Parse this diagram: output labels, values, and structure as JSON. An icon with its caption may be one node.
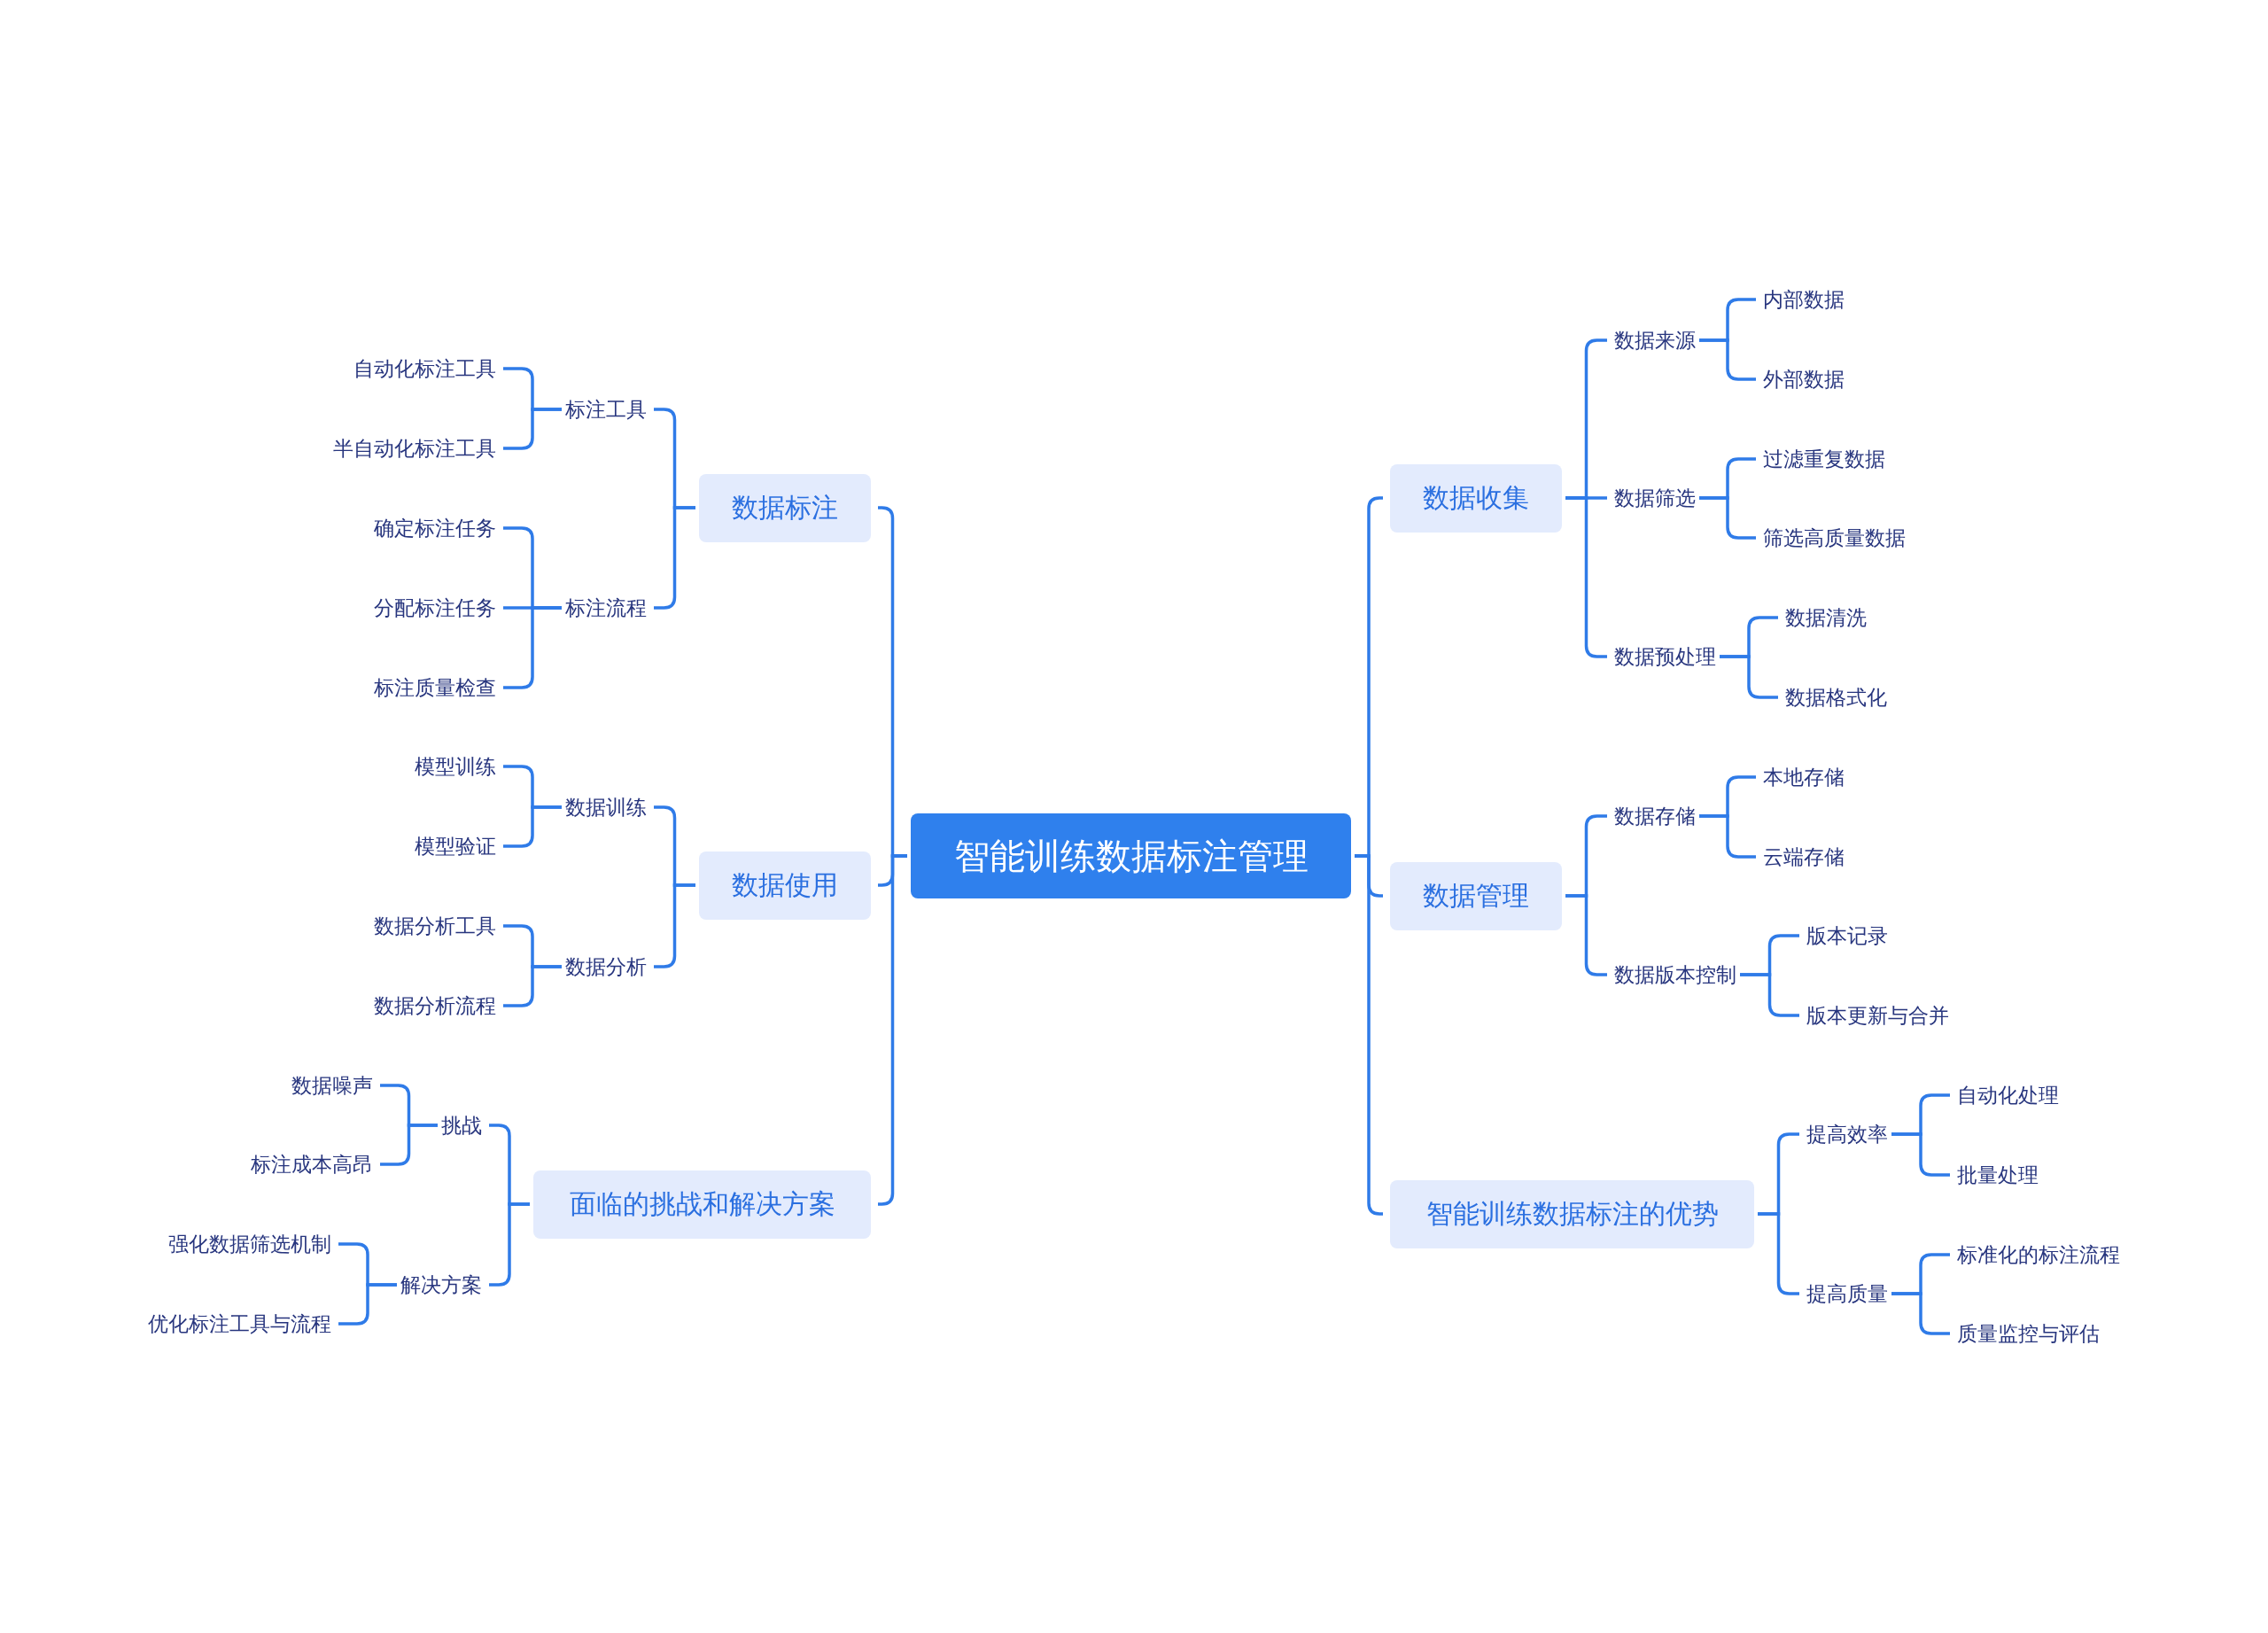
{
  "diagram": {
    "nodes": [
      {
        "text": [
          "智能训练数据标注管理"
        ]
      },
      {
        "text": [
          "数据标注"
        ]
      },
      {
        "text": [
          "标注工具"
        ]
      },
      {
        "text": [
          "自动化标注工具"
        ]
      },
      {
        "text": [
          "半自动化标注工具"
        ]
      },
      {
        "text": [
          "标注流程"
        ]
      },
      {
        "text": [
          "确定标注任务"
        ]
      },
      {
        "text": [
          "分配标注任务"
        ]
      },
      {
        "text": [
          "标注质量检查"
        ]
      },
      {
        "text": [
          "数据使用"
        ]
      },
      {
        "text": [
          "数据训练"
        ]
      },
      {
        "text": [
          "模型训练"
        ]
      },
      {
        "text": [
          "模型验证"
        ]
      },
      {
        "text": [
          "数据分析"
        ]
      },
      {
        "text": [
          "数据分析工具"
        ]
      },
      {
        "text": [
          "数据分析流程"
        ]
      },
      {
        "text": [
          "面临的挑战和解决方案"
        ]
      },
      {
        "text": [
          "挑战"
        ]
      },
      {
        "text": [
          "数据噪声"
        ]
      },
      {
        "text": [
          "标注成本高昂"
        ]
      },
      {
        "text": [
          "解决方案"
        ]
      },
      {
        "text": [
          "强化数据筛选机制"
        ]
      },
      {
        "text": [
          "优化标注工具与流程"
        ]
      },
      {
        "text": [
          "数据收集"
        ]
      },
      {
        "text": [
          "数据来源"
        ]
      },
      {
        "text": [
          "内部数据"
        ]
      },
      {
        "text": [
          "外部数据"
        ]
      },
      {
        "text": [
          "数据筛选"
        ]
      },
      {
        "text": [
          "过滤重复数据"
        ]
      },
      {
        "text": [
          "筛选高质量数据"
        ]
      },
      {
        "text": [
          "数据预处理"
        ]
      },
      {
        "text": [
          "数据清洗"
        ]
      },
      {
        "text": [
          "数据格式化"
        ]
      },
      {
        "text": [
          "数据管理"
        ]
      },
      {
        "text": [
          "数据存储"
        ]
      },
      {
        "text": [
          "本地存储"
        ]
      },
      {
        "text": [
          "云端存储"
        ]
      },
      {
        "text": [
          "数据版本控制"
        ]
      },
      {
        "text": [
          "版本记录"
        ]
      },
      {
        "text": [
          "版本更新与合并"
        ]
      },
      {
        "text": [
          "智能训练数据标注的优势"
        ]
      },
      {
        "text": [
          "提高效率"
        ]
      },
      {
        "text": [
          "自动化处理"
        ]
      },
      {
        "text": [
          "批量处理"
        ]
      },
      {
        "text": [
          "提高质量"
        ]
      },
      {
        "text": [
          "标准化的标注流程"
        ]
      },
      {
        "text": [
          "质量监控与评估"
        ]
      }
    ],
    "edges": [
      {
        "from": 0,
        "to": 1,
        "arrow": "none"
      },
      {
        "from": 0,
        "to": 9,
        "arrow": "none"
      },
      {
        "from": 0,
        "to": 16,
        "arrow": "none"
      },
      {
        "from": 0,
        "to": 23,
        "arrow": "none"
      },
      {
        "from": 0,
        "to": 33,
        "arrow": "none"
      },
      {
        "from": 0,
        "to": 40,
        "arrow": "none"
      },
      {
        "from": 1,
        "to": 2,
        "arrow": "none"
      },
      {
        "from": 1,
        "to": 5,
        "arrow": "none"
      },
      {
        "from": 2,
        "to": 3,
        "arrow": "none"
      },
      {
        "from": 2,
        "to": 4,
        "arrow": "none"
      },
      {
        "from": 5,
        "to": 6,
        "arrow": "none"
      },
      {
        "from": 5,
        "to": 7,
        "arrow": "none"
      },
      {
        "from": 5,
        "to": 8,
        "arrow": "none"
      },
      {
        "from": 9,
        "to": 10,
        "arrow": "none"
      },
      {
        "from": 9,
        "to": 13,
        "arrow": "none"
      },
      {
        "from": 10,
        "to": 11,
        "arrow": "none"
      },
      {
        "from": 10,
        "to": 12,
        "arrow": "none"
      },
      {
        "from": 13,
        "to": 14,
        "arrow": "none"
      },
      {
        "from": 13,
        "to": 15,
        "arrow": "none"
      },
      {
        "from": 16,
        "to": 17,
        "arrow": "none"
      },
      {
        "from": 16,
        "to": 20,
        "arrow": "none"
      },
      {
        "from": 17,
        "to": 18,
        "arrow": "none"
      },
      {
        "from": 17,
        "to": 19,
        "arrow": "none"
      },
      {
        "from": 20,
        "to": 21,
        "arrow": "none"
      },
      {
        "from": 20,
        "to": 22,
        "arrow": "none"
      },
      {
        "from": 23,
        "to": 24,
        "arrow": "none"
      },
      {
        "from": 23,
        "to": 27,
        "arrow": "none"
      },
      {
        "from": 23,
        "to": 30,
        "arrow": "none"
      },
      {
        "from": 24,
        "to": 25,
        "arrow": "none"
      },
      {
        "from": 24,
        "to": 26,
        "arrow": "none"
      },
      {
        "from": 27,
        "to": 28,
        "arrow": "none"
      },
      {
        "from": 27,
        "to": 29,
        "arrow": "none"
      },
      {
        "from": 30,
        "to": 31,
        "arrow": "none"
      },
      {
        "from": 30,
        "to": 32,
        "arrow": "none"
      },
      {
        "from": 33,
        "to": 34,
        "arrow": "none"
      },
      {
        "from": 33,
        "to": 37,
        "arrow": "none"
      },
      {
        "from": 34,
        "to": 35,
        "arrow": "none"
      },
      {
        "from": 34,
        "to": 36,
        "arrow": "none"
      },
      {
        "from": 37,
        "to": 38,
        "arrow": "none"
      },
      {
        "from": 37,
        "to": 39,
        "arrow": "none"
      },
      {
        "from": 40,
        "to": 41,
        "arrow": "none"
      },
      {
        "from": 40,
        "to": 44,
        "arrow": "none"
      },
      {
        "from": 41,
        "to": 42,
        "arrow": "none"
      },
      {
        "from": 41,
        "to": 43,
        "arrow": "none"
      },
      {
        "from": 44,
        "to": 45,
        "arrow": "none"
      },
      {
        "from": 44,
        "to": 46,
        "arrow": "none"
      }
    ]
  }
}
